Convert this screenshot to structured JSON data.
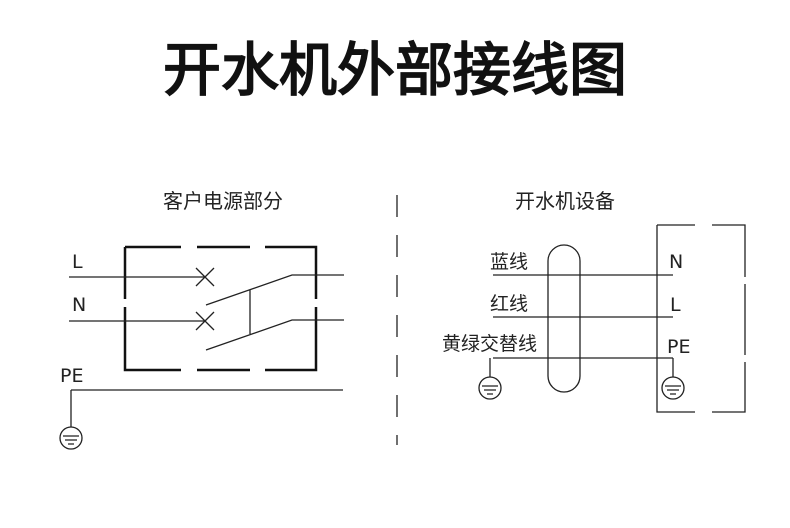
{
  "title": "开水机外部接线图",
  "left": {
    "heading": "客户电源部分",
    "labels": {
      "l": "L",
      "n": "N",
      "pe": "PE"
    }
  },
  "right": {
    "heading": "开水机设备",
    "wires": {
      "blue": "蓝线",
      "red": "红线",
      "yellow_green": "黄绿交替线"
    },
    "terminals": {
      "n": "N",
      "l": "L",
      "pe": "PE"
    }
  }
}
